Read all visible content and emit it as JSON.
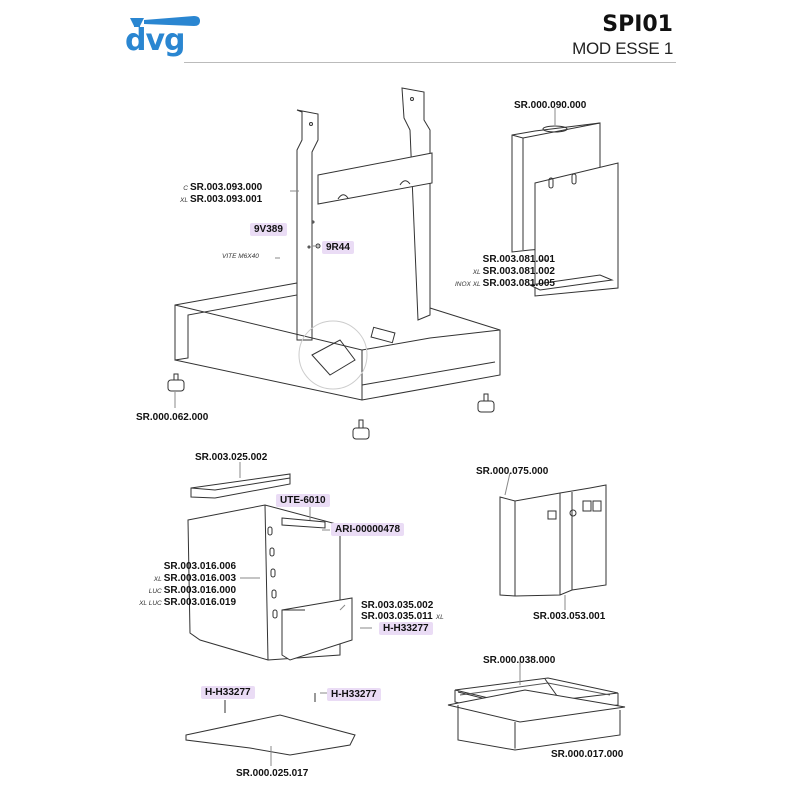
{
  "brand": {
    "logo_text": "dvg",
    "color": "#2a86d1"
  },
  "header": {
    "model_code": "SPI01",
    "model_name": "MOD ESSE 1"
  },
  "highlight_color": "#eadcf5",
  "parts": {
    "frame": {
      "variants": [
        {
          "prefix": "C",
          "code": "SR.003.093.000"
        },
        {
          "prefix": "XL",
          "code": "SR.003.093.001"
        }
      ]
    },
    "screw_tag": "9V389",
    "screw_note": "VITE M6X40",
    "washer_tag": "9R44",
    "foot": "SR.000.062.000",
    "water_tank": "SR.000.090.000",
    "tank_bracket": {
      "variants": [
        {
          "prefix": "",
          "code": "SR.003.081.001"
        },
        {
          "prefix": "XL",
          "code": "SR.003.081.002"
        },
        {
          "prefix": "INOX XL",
          "code": "SR.003.081.005"
        }
      ]
    },
    "top_cover": "SR.003.025.002",
    "ute": "UTE-6010",
    "ari": "ARI-00000478",
    "side_panel": {
      "variants": [
        {
          "prefix": "",
          "code": "SR.003.016.006"
        },
        {
          "prefix": "XL",
          "code": "SR.003.016.003"
        },
        {
          "prefix": "LUC",
          "code": "SR.003.016.000"
        },
        {
          "prefix": "XL LUC",
          "code": "SR.003.016.019"
        }
      ]
    },
    "inner_bracket": {
      "variants": [
        {
          "code": "SR.003.035.002",
          "suffix": ""
        },
        {
          "code": "SR.003.035.011",
          "suffix": "XL"
        }
      ]
    },
    "screw_h": "H-H33277",
    "bottom_plate": "SR.000.025.017",
    "front_panel_top": "SR.000.075.000",
    "front_panel": "SR.003.053.001",
    "drip_grid": "SR.000.038.000",
    "drip_tray": "SR.000.017.000"
  }
}
